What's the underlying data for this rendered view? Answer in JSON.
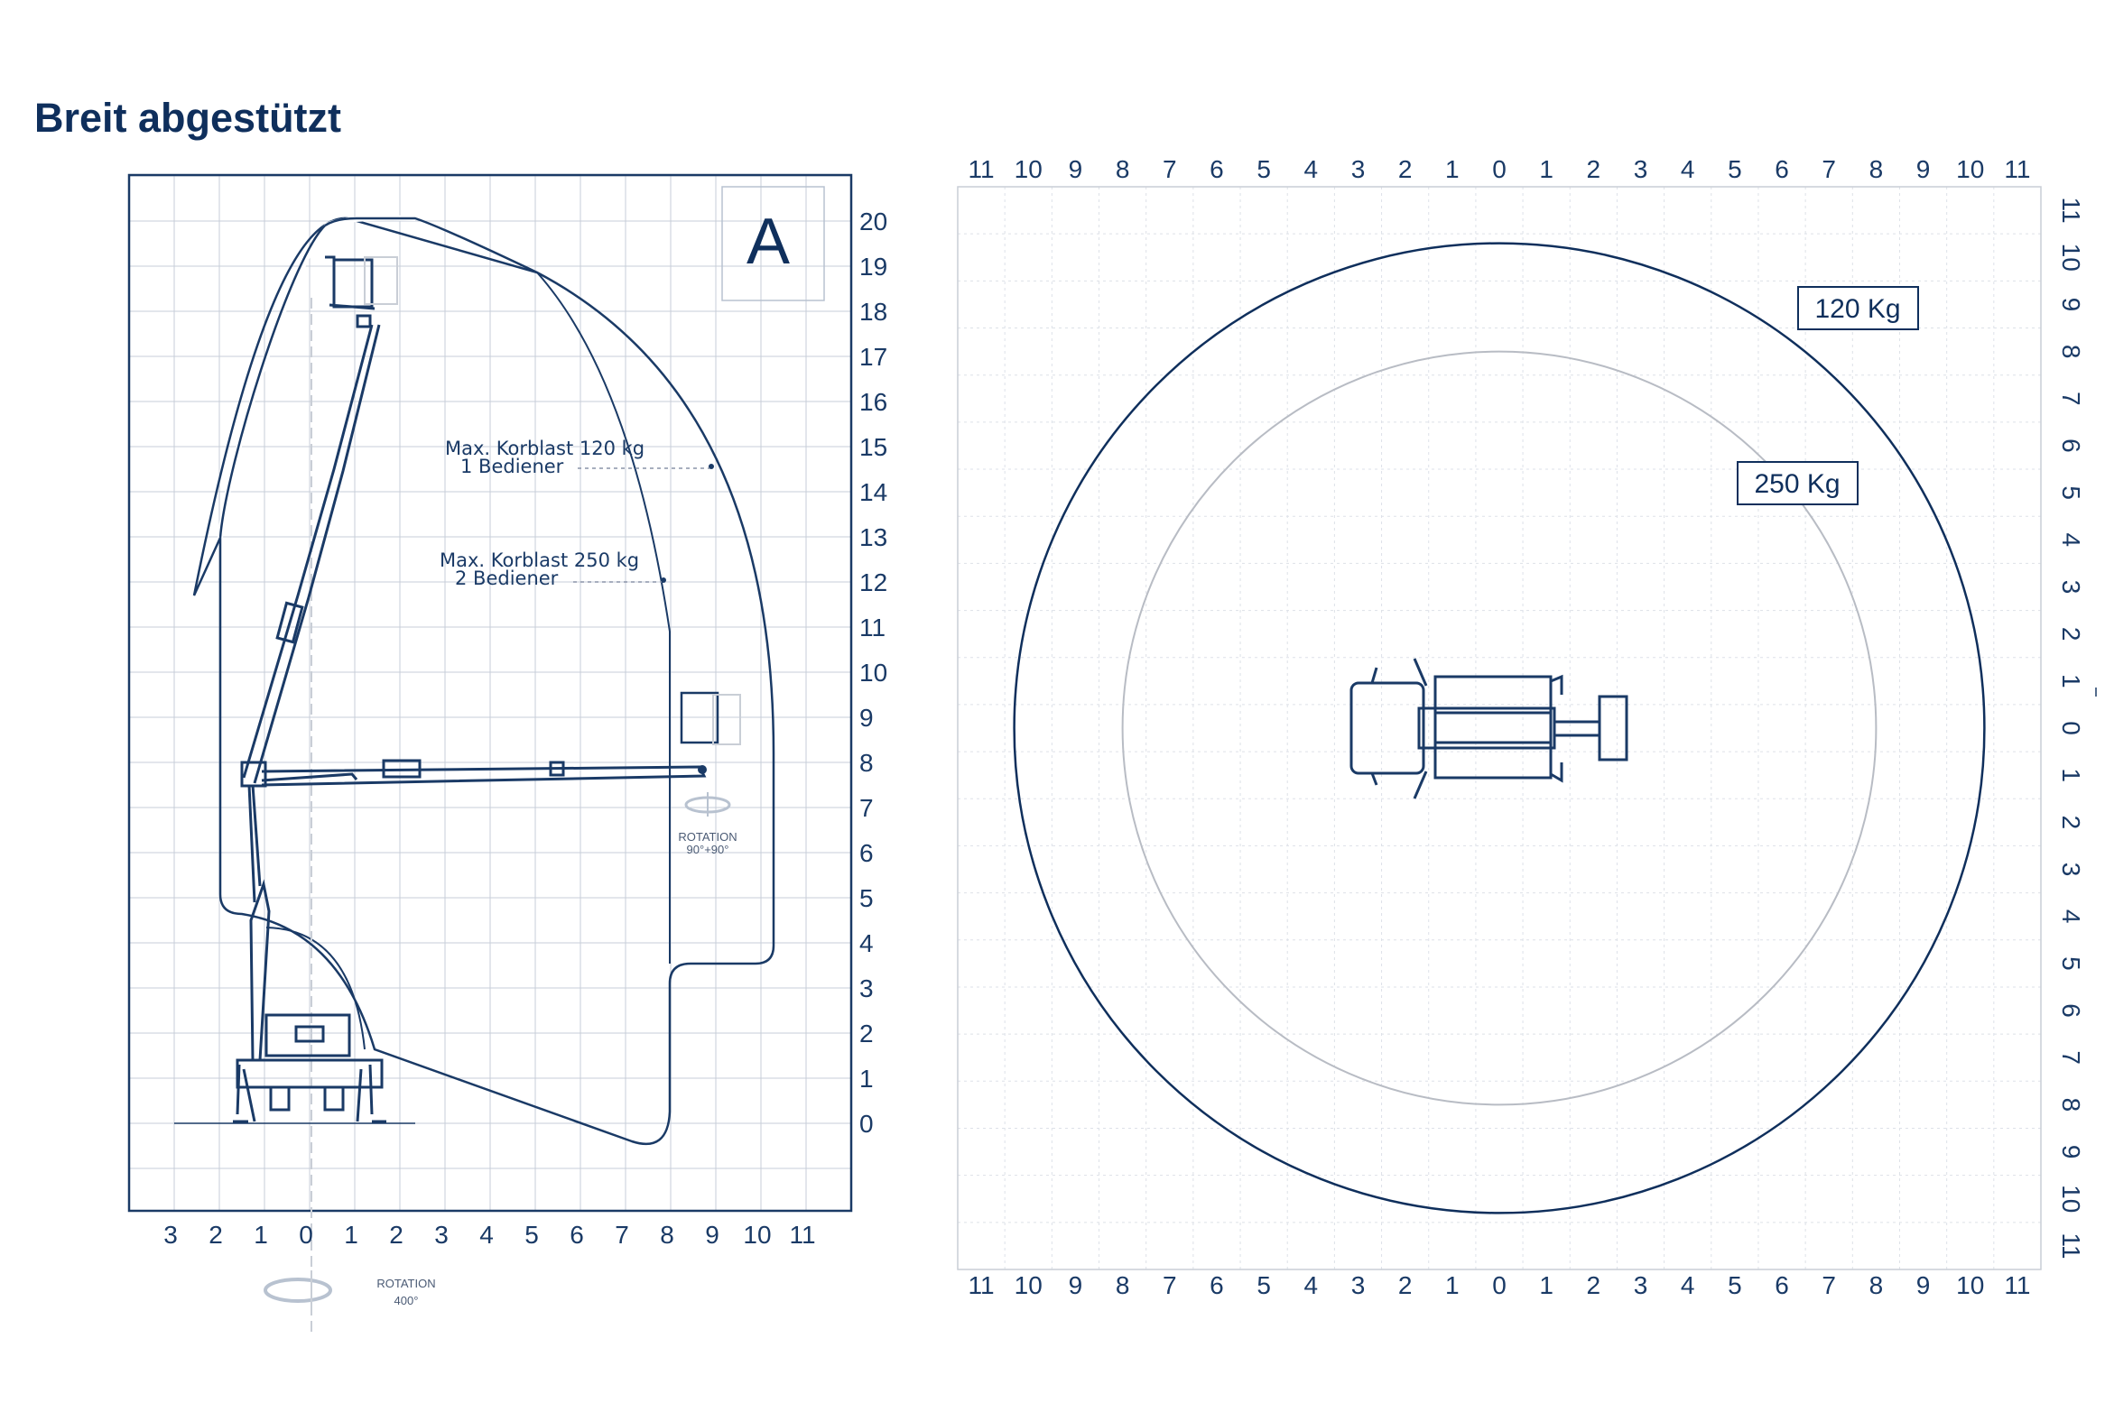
{
  "heading": "Breit abgestützt",
  "side_view": {
    "badge": "A",
    "y_ticks": [
      "0",
      "1",
      "2",
      "3",
      "4",
      "5",
      "6",
      "7",
      "8",
      "9",
      "10",
      "11",
      "12",
      "13",
      "14",
      "15",
      "16",
      "17",
      "18",
      "19",
      "20"
    ],
    "x_ticks": [
      "3",
      "2",
      "1",
      "0",
      "1",
      "2",
      "3",
      "4",
      "5",
      "6",
      "7",
      "8",
      "9",
      "10",
      "11"
    ],
    "load_120_line1": "Max. Korblast 120 kg",
    "load_120_line2": "1 Bediener",
    "load_250_line1": "Max. Korblast 250 kg",
    "load_250_line2": "2 Bediener",
    "basket_rotation_label": "ROTATION",
    "basket_rotation_value": "90°+90°",
    "turret_rotation_label": "ROTATION",
    "turret_rotation_value": "400°"
  },
  "top_view": {
    "x_ticks": [
      "11",
      "10",
      "9",
      "8",
      "7",
      "6",
      "5",
      "4",
      "3",
      "2",
      "1",
      "0",
      "1",
      "2",
      "3",
      "4",
      "5",
      "6",
      "7",
      "8",
      "9",
      "10",
      "11"
    ],
    "y_ticks": [
      "11",
      "10",
      "9",
      "8",
      "7",
      "6",
      "5",
      "4",
      "3",
      "2",
      "1",
      "0",
      "1",
      "2",
      "3",
      "4",
      "5",
      "6",
      "7",
      "8",
      "9",
      "10",
      "11"
    ],
    "outer_ring_label": "120 Kg",
    "inner_ring_label": "250 Kg",
    "outer_ring_radius_m": 10.3,
    "inner_ring_radius_m": 8.0
  },
  "colors": {
    "ink": "#0f2f5c",
    "grid": "#b8c2d0",
    "faint": "#c9ced6"
  }
}
